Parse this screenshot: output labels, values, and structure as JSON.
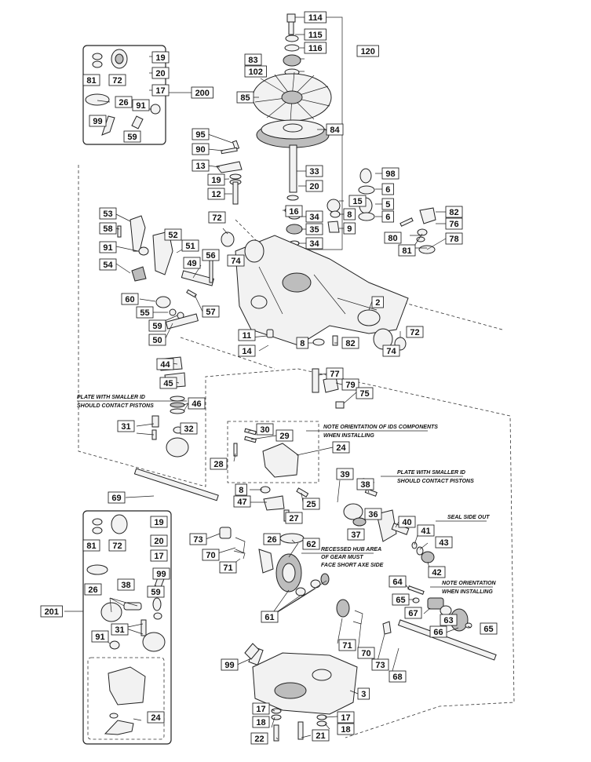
{
  "diagram": {
    "labels": [
      {
        "text": "114"
      },
      {
        "text": "115"
      },
      {
        "text": "116"
      },
      {
        "text": "120"
      },
      {
        "text": "83"
      },
      {
        "text": "102"
      },
      {
        "text": "85"
      },
      {
        "text": "84"
      },
      {
        "text": "19"
      },
      {
        "text": "20"
      },
      {
        "text": "81"
      },
      {
        "text": "72"
      },
      {
        "text": "17"
      },
      {
        "text": "26"
      },
      {
        "text": "91"
      },
      {
        "text": "200"
      },
      {
        "text": "99"
      },
      {
        "text": "59"
      },
      {
        "text": "95"
      },
      {
        "text": "90"
      },
      {
        "text": "13"
      },
      {
        "text": "19"
      },
      {
        "text": "12"
      },
      {
        "text": "33"
      },
      {
        "text": "20"
      },
      {
        "text": "16"
      },
      {
        "text": "34"
      },
      {
        "text": "35"
      },
      {
        "text": "34"
      },
      {
        "text": "98"
      },
      {
        "text": "6"
      },
      {
        "text": "15"
      },
      {
        "text": "5"
      },
      {
        "text": "8"
      },
      {
        "text": "6"
      },
      {
        "text": "9"
      },
      {
        "text": "82"
      },
      {
        "text": "76"
      },
      {
        "text": "80"
      },
      {
        "text": "78"
      },
      {
        "text": "81"
      },
      {
        "text": "53"
      },
      {
        "text": "58"
      },
      {
        "text": "52"
      },
      {
        "text": "72"
      },
      {
        "text": "51"
      },
      {
        "text": "91"
      },
      {
        "text": "74"
      },
      {
        "text": "56"
      },
      {
        "text": "54"
      },
      {
        "text": "49"
      },
      {
        "text": "60"
      },
      {
        "text": "55"
      },
      {
        "text": "57"
      },
      {
        "text": "59"
      },
      {
        "text": "50"
      },
      {
        "text": "2"
      },
      {
        "text": "72"
      },
      {
        "text": "11"
      },
      {
        "text": "14"
      },
      {
        "text": "8"
      },
      {
        "text": "82"
      },
      {
        "text": "74"
      },
      {
        "text": "44"
      },
      {
        "text": "45"
      },
      {
        "text": "46"
      },
      {
        "text": "77"
      },
      {
        "text": "79"
      },
      {
        "text": "75"
      },
      {
        "text": "31"
      },
      {
        "text": "32"
      },
      {
        "text": "30"
      },
      {
        "text": "29"
      },
      {
        "text": "28"
      },
      {
        "text": "24"
      },
      {
        "text": "69"
      },
      {
        "text": "39"
      },
      {
        "text": "38"
      },
      {
        "text": "8"
      },
      {
        "text": "25"
      },
      {
        "text": "47"
      },
      {
        "text": "27"
      },
      {
        "text": "36"
      },
      {
        "text": "40"
      },
      {
        "text": "41"
      },
      {
        "text": "37"
      },
      {
        "text": "43"
      },
      {
        "text": "42"
      },
      {
        "text": "19"
      },
      {
        "text": "81"
      },
      {
        "text": "72"
      },
      {
        "text": "20"
      },
      {
        "text": "17"
      },
      {
        "text": "73"
      },
      {
        "text": "26"
      },
      {
        "text": "62"
      },
      {
        "text": "70"
      },
      {
        "text": "71"
      },
      {
        "text": "26"
      },
      {
        "text": "99"
      },
      {
        "text": "38"
      },
      {
        "text": "64"
      },
      {
        "text": "65"
      },
      {
        "text": "67"
      },
      {
        "text": "63"
      },
      {
        "text": "66"
      },
      {
        "text": "65"
      },
      {
        "text": "59"
      },
      {
        "text": "201"
      },
      {
        "text": "61"
      },
      {
        "text": "31"
      },
      {
        "text": "91"
      },
      {
        "text": "71"
      },
      {
        "text": "70"
      },
      {
        "text": "73"
      },
      {
        "text": "68"
      },
      {
        "text": "99"
      },
      {
        "text": "3"
      },
      {
        "text": "24"
      },
      {
        "text": "17"
      },
      {
        "text": "18"
      },
      {
        "text": "22"
      },
      {
        "text": "17"
      },
      {
        "text": "18"
      },
      {
        "text": "21"
      }
    ],
    "notes": {
      "plate1a": "PLATE WITH SMALLER ID",
      "plate1b": "SHOULD CONTACT PISTONS",
      "ids_a": "NOTE ORIENTATION OF IDS COMPONENTS",
      "ids_b": "WHEN INSTALLING",
      "plate2a": "PLATE WITH SMALLER ID",
      "plate2b": "SHOULD CONTACT PISTONS",
      "seal": "SEAL SIDE OUT",
      "recess_a": "RECESSED HUB AREA",
      "recess_b": "OF GEAR MUST",
      "recess_c": "FACE SHORT AXE SIDE",
      "orient_a": "NOTE ORIENTATION",
      "orient_b": "WHEN INSTALLING"
    }
  }
}
